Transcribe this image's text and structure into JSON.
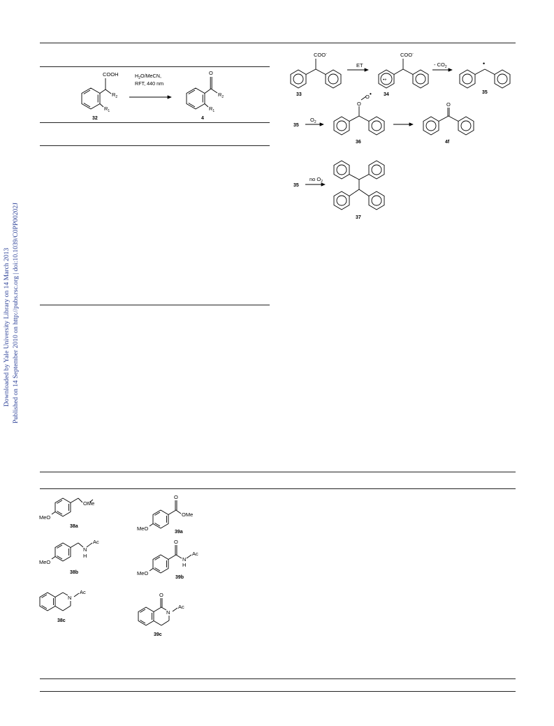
{
  "side_note": {
    "line1": "Downloaded by Yale University Library on 14 March 2013",
    "line2": "Published on 14 September 2010 on http://pubs.rsc.org | doi:10.1039/C0PP00202J"
  },
  "scheme_left": {
    "reagent_label": "COOH",
    "r2": "R",
    "r2_sub": "2",
    "r1": "R",
    "r1_sub": "1",
    "cond_line1_pre": "H",
    "cond_line1_sub": "2",
    "cond_line1_post": "O/MeCN,",
    "cond_line2": "RFT, 440 nm",
    "product_o": "O",
    "compound_start": "32",
    "compound_product": "4"
  },
  "scheme_right": {
    "coo": "COO",
    "minus": "-",
    "et": "ET",
    "radical_cation": "•+",
    "minus_co2_pre": "- CO",
    "minus_co2_sub": "2",
    "dot": "•",
    "o2_pre": "O",
    "o2_sub": "2",
    "no_o2_pre": "no O",
    "no_o2_sub": "2",
    "peroxy_o1": "O",
    "peroxy_o2": "O",
    "carbonyl_o": "O",
    "labels": {
      "c33": "33",
      "c34": "34",
      "c35": "35",
      "c35b": "35",
      "c36": "36",
      "c4f": "4f",
      "c35c": "35",
      "c37": "37"
    }
  },
  "scheme_bottom": {
    "ome": "OMe",
    "meo": "MeO",
    "ac": "Ac",
    "h": "H",
    "n": "N",
    "o": "O",
    "labels": {
      "a38": "38a",
      "a39": "39a",
      "b38": "38b",
      "b39": "39b",
      "c38": "38c",
      "c39": "39c"
    }
  }
}
